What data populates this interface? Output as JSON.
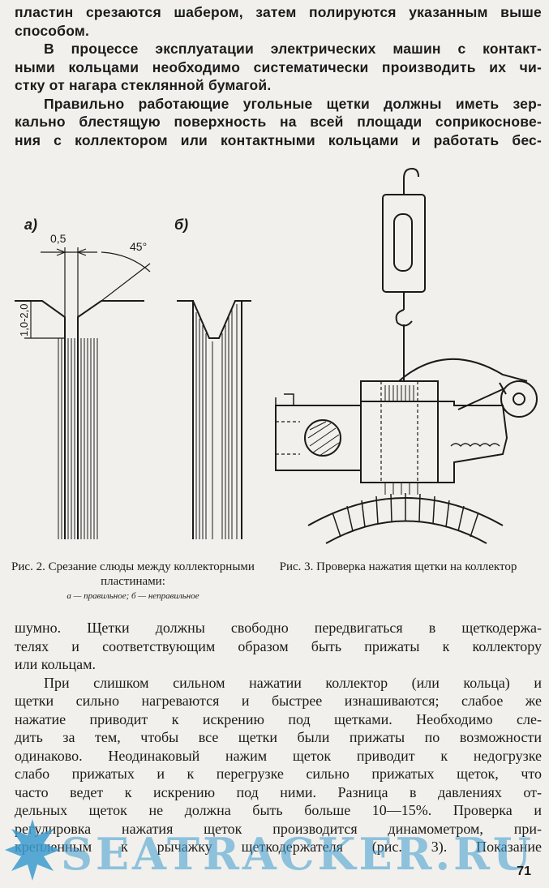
{
  "top_paragraphs": [
    [
      "пластин срезаются шабером, затем полируются указанным выше",
      "способом."
    ],
    [
      "В процессе эксплуатации электрических машин с контакт-",
      "ными кольцами необходимо систематически производить их чи-",
      "стку от нагара стеклянной бумагой."
    ],
    [
      "Правильно работающие угольные щетки должны иметь зер-",
      "кально блестящую поверхность на всей площади соприкоснове-",
      "ния с коллектором или контактными кольцами и работать бес-"
    ]
  ],
  "figure2": {
    "label_a": "а)",
    "label_b": "б)",
    "dim_width": "0,5",
    "dim_angle": "45°",
    "dim_depth": "1,0-2,0",
    "caption_title": "Рис. 2. Срезание слюды между коллекторными пластинами:",
    "caption_legend": "а — правильное; б — неправильное"
  },
  "figure3": {
    "caption": "Рис. 3. Проверка нажатия щетки на коллектор"
  },
  "bottom_paragraphs": [
    [
      "шумно. Щетки должны свободно передвигаться в щеткодержа-",
      "телях и соответствующим образом быть прижаты к коллектору",
      "или кольцам."
    ],
    [
      "При слишком сильном нажатии коллектор (или кольца) и",
      "щетки сильно нагреваются и быстрее изнашиваются; слабое же",
      "нажатие приводит к искрению под щетками. Необходимо сле-",
      "дить за тем, чтобы все щетки были прижаты по возможности",
      "одинаково. Неодинаковый нажим щеток приводит к недогрузке",
      "слабо прижатых и к перегрузке сильно прижатых щеток, что",
      "часто ведет к искрению под ними. Разница в давлениях от-",
      "дельных щеток не должна быть больше 10—15%. Проверка и",
      "регулировка нажатия щеток производится динамометром, при-",
      "крепленным к рычажку щеткодержателя (рис. 3). Показание"
    ]
  ],
  "page_number": "71",
  "watermark": "SEATRACKER.RU"
}
